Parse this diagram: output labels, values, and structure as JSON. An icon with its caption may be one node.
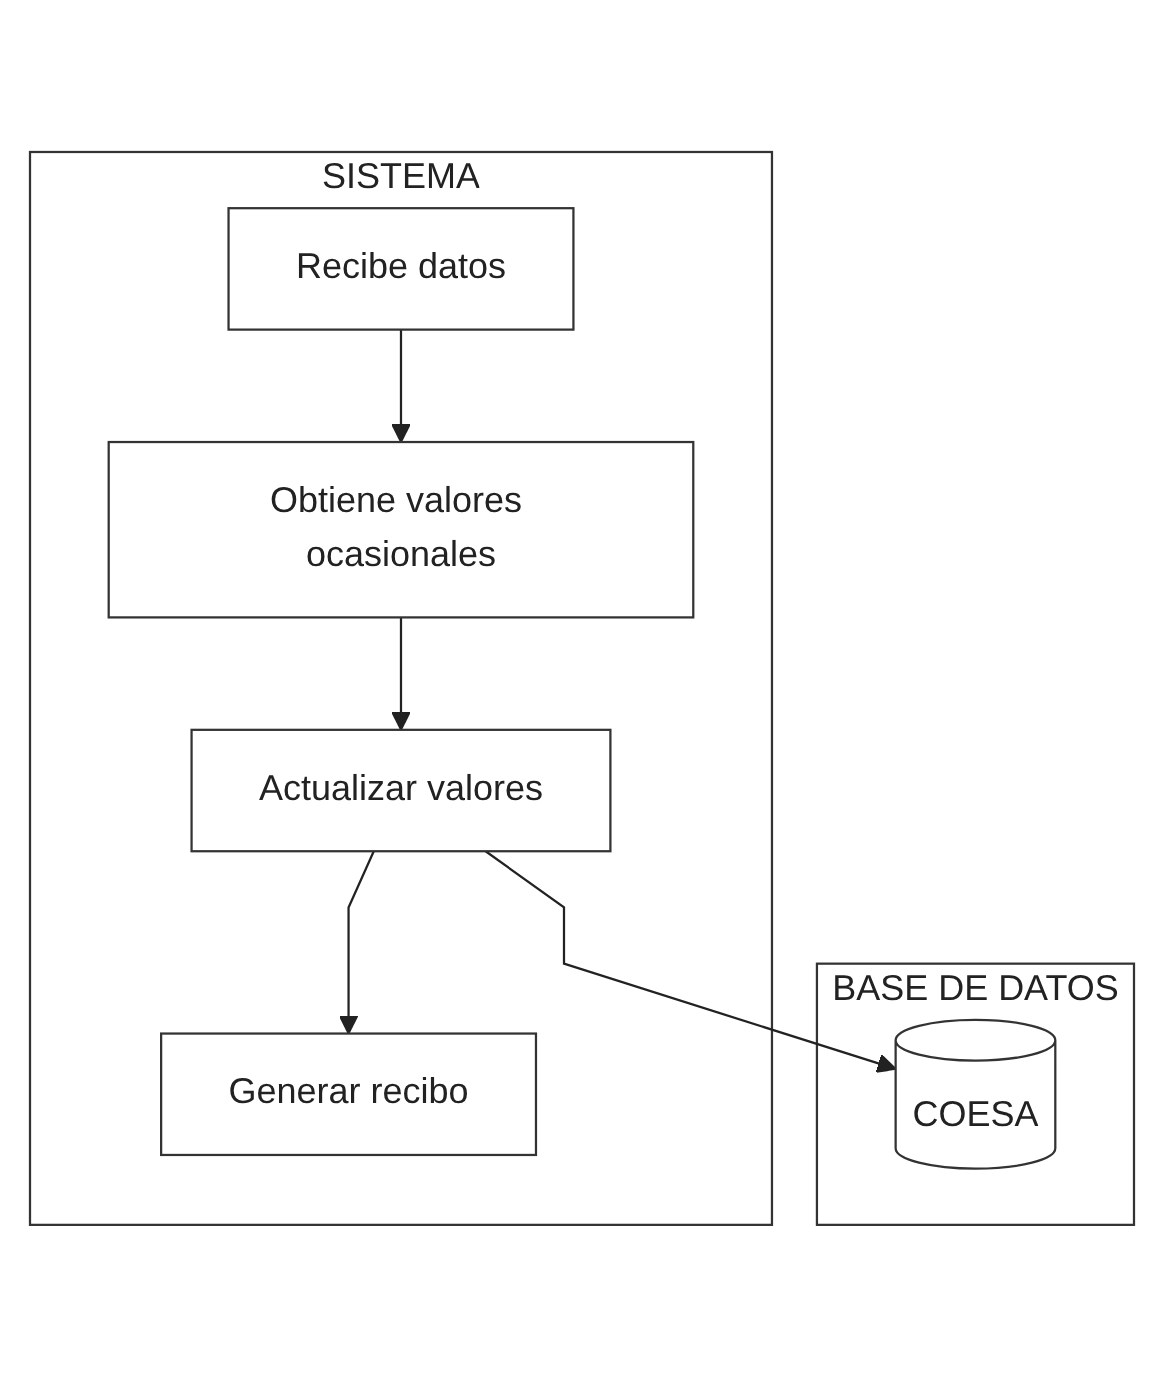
{
  "diagram": {
    "nodes": [
      {
        "text": [
          "SISTEMA"
        ]
      },
      {
        "text": [
          "Recibe datos"
        ],
        "in": 0
      },
      {
        "text": [
          "Obtiene valores ocasionales"
        ],
        "in": 0
      },
      {
        "text": [
          "Actualizar valores"
        ],
        "in": 0
      },
      {
        "text": [
          "Generar recibo"
        ],
        "in": 0
      },
      {
        "text": [
          "BASE DE DATOS"
        ]
      },
      {
        "text": [
          "COESA"
        ],
        "in": 5
      }
    ],
    "edges": [
      {
        "from": 1,
        "to": 2,
        "arrow": "to"
      },
      {
        "from": 2,
        "to": 3,
        "arrow": "to"
      },
      {
        "from": 3,
        "to": 4,
        "arrow": "to"
      },
      {
        "from": 3,
        "to": 6,
        "arrow": "to"
      }
    ]
  }
}
